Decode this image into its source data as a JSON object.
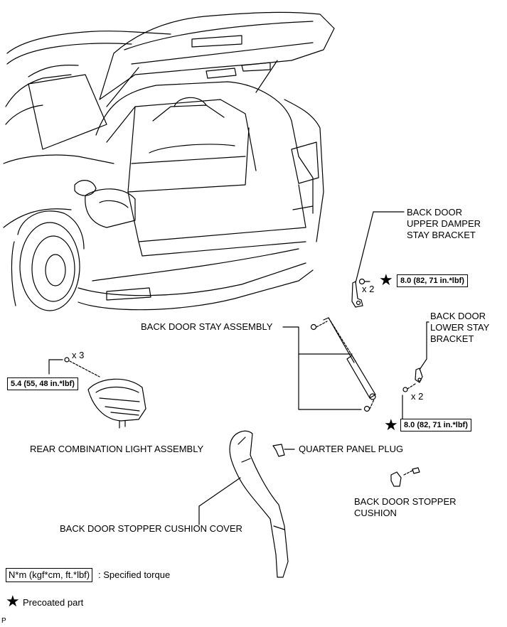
{
  "labels": {
    "upper_bracket": [
      "BACK DOOR",
      "UPPER DAMPER",
      "STAY BRACKET"
    ],
    "stay_assembly": "BACK DOOR STAY ASSEMBLY",
    "lower_bracket": [
      "BACK DOOR",
      "LOWER STAY",
      "BRACKET"
    ],
    "rear_light": "REAR COMBINATION LIGHT ASSEMBLY",
    "quarter_plug": "QUARTER PANEL PLUG",
    "stopper_cushion": [
      "BACK DOOR STOPPER",
      "CUSHION"
    ],
    "cushion_cover": "BACK DOOR STOPPER CUSHION COVER"
  },
  "torques": {
    "upper_bracket": "8.0 (82, 71 in.*lbf)",
    "lower_bracket": "8.0 (82, 71 in.*lbf)",
    "rear_light": "5.4 (55, 48 in.*lbf)"
  },
  "quantities": {
    "upper_bracket": "x 2",
    "lower_bracket": "x 2",
    "rear_light": "x 3"
  },
  "legend": {
    "torque_unit": "N*m (kgf*cm, ft.*lbf)",
    "torque_desc": ": Specified torque",
    "precoated": "Precoated part",
    "star_symbol": "★"
  },
  "footer": {
    "code": "P"
  }
}
